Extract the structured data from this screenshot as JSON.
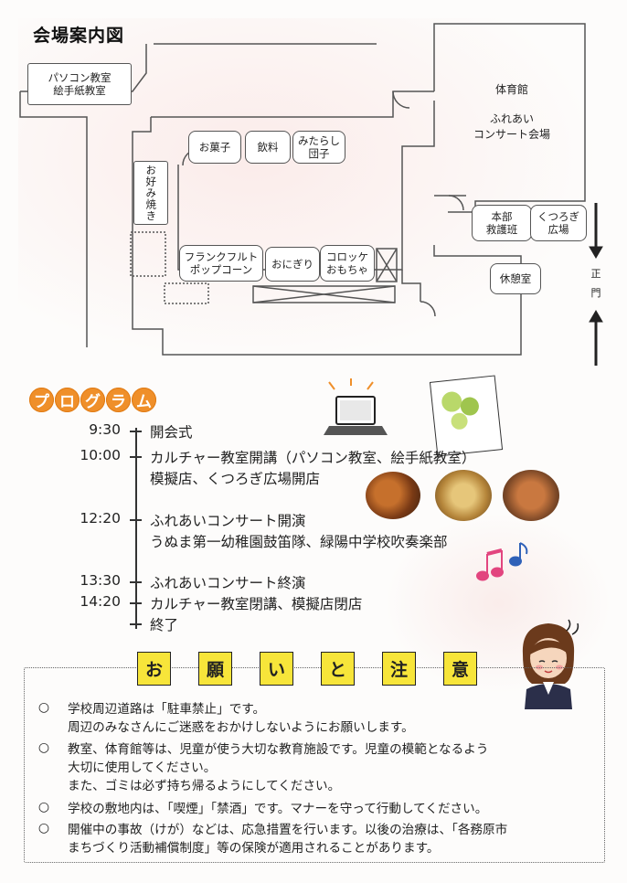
{
  "map": {
    "title": "会場案内図",
    "rooms": {
      "pc_class": "パソコン教室\n絵手紙教室",
      "gym": "体育館\n\nふれあい\nコンサート会場",
      "okashi": "お菓子",
      "drinks": "飲料",
      "mitarashi": "みたらし\n団子",
      "okonomiyaki": "お好み焼き",
      "frankfurt": "フランクフルト\nポップコーン",
      "onigiri": "おにぎり",
      "croquette": "コロッケ\nおもちゃ",
      "honbu": "本部\n救護班",
      "kutsurogi": "くつろぎ\n広場",
      "rest": "休憩室"
    },
    "gate": "正\n門"
  },
  "program": {
    "badge": [
      "プ",
      "ロ",
      "グ",
      "ラ",
      "ム"
    ],
    "items": [
      {
        "time": "9:30",
        "lines": [
          "開会式"
        ]
      },
      {
        "time": "10:00",
        "lines": [
          "カルチャー教室開講（パソコン教室、絵手紙教室）",
          "模擬店、くつろぎ広場開店"
        ]
      },
      {
        "time": "12:20",
        "lines": [
          "ふれあいコンサート開演",
          "うぬま第一幼稚園鼓笛隊、緑陽中学校吹奏楽部"
        ]
      },
      {
        "time": "13:30",
        "lines": [
          "ふれあいコンサート終演"
        ]
      },
      {
        "time": "14:20",
        "lines": [
          "カルチャー教室閉講、模擬店閉店"
        ]
      },
      {
        "time": "",
        "lines": [
          "終了"
        ]
      }
    ]
  },
  "notice": {
    "title": [
      "お",
      "願",
      "い",
      "と",
      "注",
      "意"
    ],
    "bullet": "○",
    "items": [
      {
        "lines": [
          "学校周辺道路は「駐車禁止」です。",
          "周辺のみなさんにご迷惑をおかけしないようにお願いします。"
        ]
      },
      {
        "lines": [
          "教室、体育館等は、児童が使う大切な教育施設です。児童の模範となるよう",
          "大切に使用してください。",
          "また、ゴミは必ず持ち帰るようにしてください。"
        ]
      },
      {
        "lines": [
          "学校の敷地内は、「喫煙」「禁酒」です。マナーを守って行動してください。"
        ]
      },
      {
        "lines": [
          "開催中の事故（けが）などは、応急措置を行います。以後の治療は、「各務原市",
          "まちづくり活動補償制度」等の保険が適用されることがあります。"
        ]
      }
    ]
  },
  "colors": {
    "badge_orange": "#ef8f2a",
    "notice_yellow": "#f7e53a",
    "map_line": "#555555"
  }
}
